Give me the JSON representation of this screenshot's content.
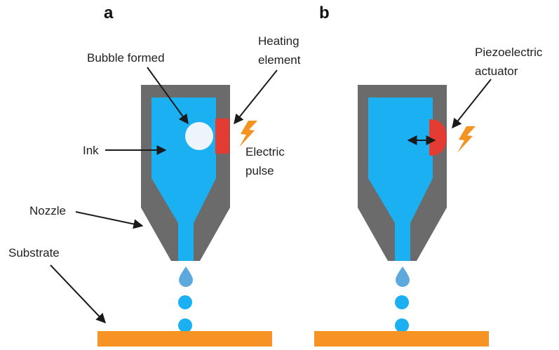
{
  "panels": [
    {
      "letter": "a",
      "labels": {
        "bubble": "Bubble formed",
        "heating_line1": "Heating",
        "heating_line2": "element",
        "ink": "Ink",
        "electric_line1": "Electric",
        "electric_line2": "pulse",
        "nozzle": "Nozzle",
        "substrate": "Substrate"
      }
    },
    {
      "letter": "b",
      "labels": {
        "piezo_line1": "Piezoelectric",
        "piezo_line2": "actuator"
      }
    }
  ],
  "colors": {
    "nozzle_body": "#6b6b6b",
    "ink": "#1ab0f2",
    "bubble": "#eef4fb",
    "heater": "#e43c33",
    "actuator": "#e43c33",
    "lightning": "#f39321",
    "droplet_tip": "#5da9de",
    "droplet": "#1ab0f2",
    "substrate": "#f79225",
    "arrow": "#1a1a1a"
  }
}
